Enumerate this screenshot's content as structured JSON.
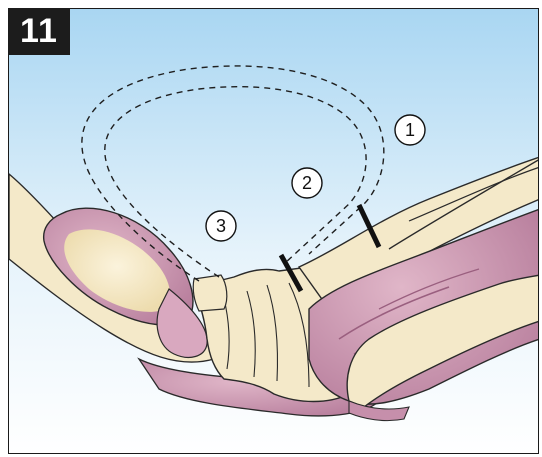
{
  "figure": {
    "step_number": "11",
    "callouts": [
      {
        "label": "1"
      },
      {
        "label": "2"
      },
      {
        "label": "3"
      }
    ]
  },
  "colors": {
    "sky_top": "#a9d6f2",
    "sky_bottom": "#ffffff",
    "tissue_beige": "#f4e9c9",
    "tissue_pink": "#c68fab",
    "outline": "#2a2a2a",
    "badge_bg": "#1c1c1c"
  }
}
